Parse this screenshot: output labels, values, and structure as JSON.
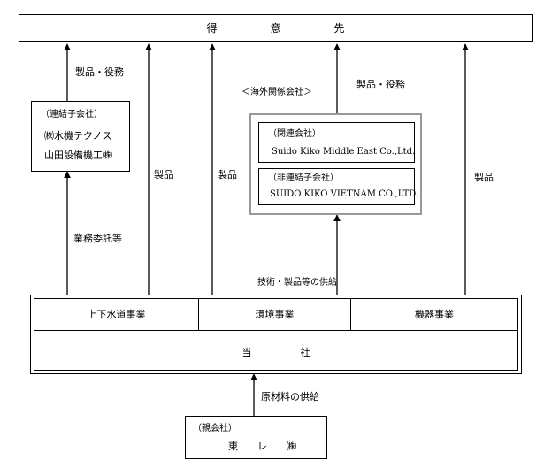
{
  "customer": {
    "label": "得　　　　　意　　　　　先"
  },
  "subsidiary": {
    "heading": "（連結子会社）",
    "line1": "㈱水機テクノス",
    "line2": "山田設備機工㈱"
  },
  "overseas": {
    "title": "＜海外関係会社＞",
    "affiliate_heading": "（関連会社）",
    "affiliate_name": "Suido Kiko Middle East Co.,Ltd.",
    "nonconsol_heading": "（非連結子会社）",
    "nonconsol_name": "SUIDO KIKO VIETNAM CO.,LTD."
  },
  "labels": {
    "products_services_left": "製品・役務",
    "products_services_right": "製品・役務",
    "products_1": "製品",
    "products_2": "製品",
    "products_3": "製品",
    "outsourcing": "業務委託等",
    "tech_supply": "技術・製品等の供給",
    "raw_supply": "原材料の供給"
  },
  "company": {
    "seg_water": "上下水道事業",
    "seg_env": "環境事業",
    "seg_equipment": "機器事業",
    "self": "当　　　　　社"
  },
  "parent": {
    "heading": "（親会社）",
    "name": "東　　レ　　㈱"
  }
}
